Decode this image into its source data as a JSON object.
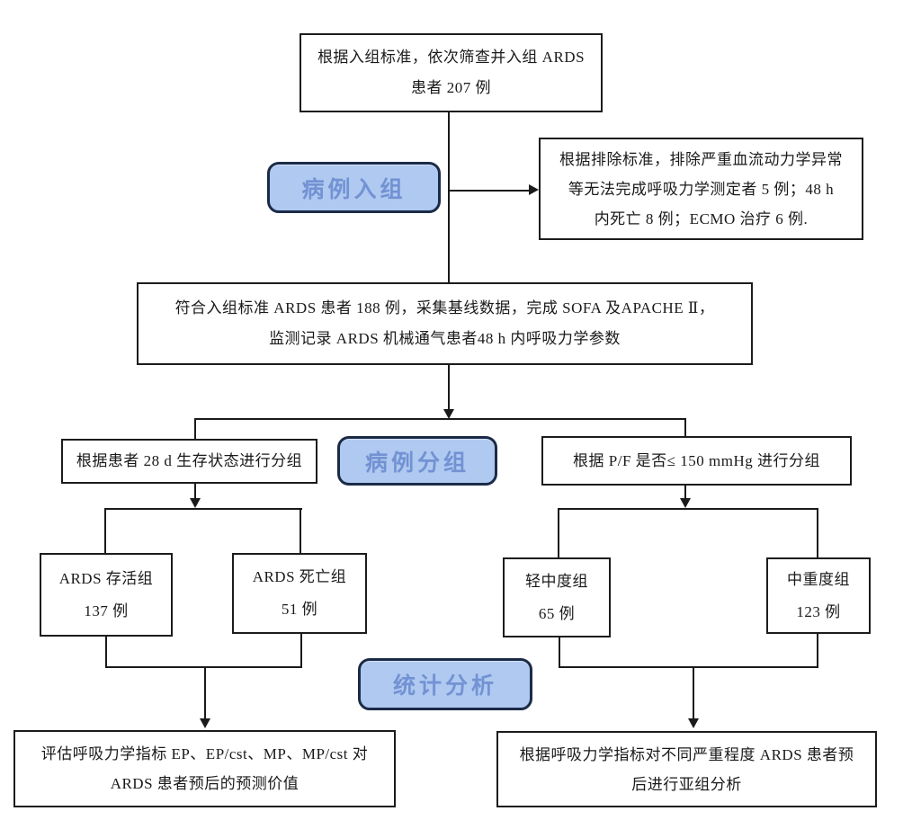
{
  "diagram": {
    "stages": {
      "enrollment": "病例入组",
      "grouping": "病例分组",
      "analysis": "统计分析"
    },
    "boxes": {
      "screened": {
        "lines": [
          "根据入组标准，依次筛查并入组 ARDS",
          "患者 207 例"
        ]
      },
      "excluded": {
        "lines": [
          "根据排除标准，排除严重血流动力学异常",
          "等无法完成呼吸力学测定者 5 例；48 h",
          "内死亡 8 例；ECMO 治疗 6 例."
        ]
      },
      "baseline": {
        "lines": [
          "符合入组标准 ARDS 患者 188 例，采集基线数据，完成 SOFA 及APACHE Ⅱ，",
          "监测记录 ARDS 机械通气患者48 h 内呼吸力学参数"
        ]
      },
      "survival_grouping": {
        "lines": [
          "根据患者 28 d 生存状态进行分组"
        ]
      },
      "pf_grouping": {
        "lines": [
          "根据 P/F 是否≤ 150 mmHg 进行分组"
        ]
      },
      "survivor_group": {
        "lines": [
          "ARDS 存活组",
          "137 例"
        ]
      },
      "death_group": {
        "lines": [
          "ARDS 死亡组",
          "51 例"
        ]
      },
      "mild_moderate_group": {
        "lines": [
          "轻中度组",
          "65 例"
        ]
      },
      "moderate_severe_group": {
        "lines": [
          "中重度组",
          "123 例"
        ]
      },
      "prediction_value": {
        "lines": [
          "评估呼吸力学指标 EP、EP/cst、MP、MP/cst 对",
          "ARDS 患者预后的预测价值"
        ]
      },
      "subgroup_analysis": {
        "lines": [
          "根据呼吸力学指标对不同严重程度 ARDS 患者预",
          "后进行亚组分析"
        ]
      }
    },
    "colors": {
      "stage_fill": "#afc9f0",
      "stage_text": "#7392d3",
      "stage_border": "#1b2b47",
      "box_border": "#1c1c1c",
      "connector": "#1a1a1a",
      "background": "#ffffff"
    }
  }
}
